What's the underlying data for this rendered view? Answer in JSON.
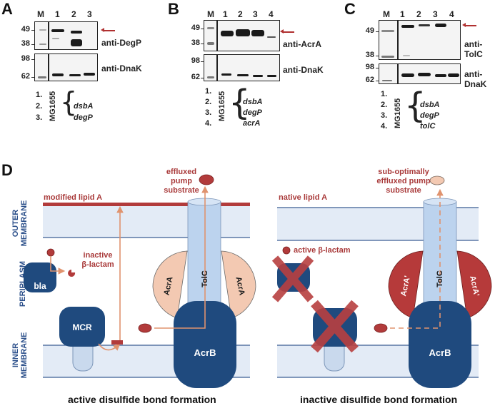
{
  "panels": {
    "A": {
      "letter": "A",
      "lanes": [
        "M",
        "1",
        "2",
        "3"
      ],
      "top_blot": {
        "markers": [
          "49",
          "38"
        ],
        "antibody": "anti-DegP"
      },
      "bottom_blot": {
        "markers": [
          "98",
          "62"
        ],
        "antibody": "anti-DnaK"
      },
      "legend": {
        "numbers": [
          "1.",
          "2.",
          "3."
        ],
        "strain": "MG1655",
        "genes": [
          "dsbA",
          "degP"
        ]
      }
    },
    "B": {
      "letter": "B",
      "lanes": [
        "M",
        "1",
        "2",
        "3",
        "4"
      ],
      "top_blot": {
        "markers": [
          "49",
          "38"
        ],
        "antibody": "anti-AcrA"
      },
      "bottom_blot": {
        "markers": [
          "98",
          "62"
        ],
        "antibody": "anti-DnaK"
      },
      "legend": {
        "numbers": [
          "1.",
          "2.",
          "3.",
          "4."
        ],
        "strain": "MG1655",
        "genes": [
          "dsbA",
          "degP",
          "acrA"
        ]
      }
    },
    "C": {
      "letter": "C",
      "lanes": [
        "M",
        "1",
        "2",
        "3",
        "4"
      ],
      "top_blot": {
        "markers": [
          "49",
          "38"
        ],
        "antibody": "anti-TolC"
      },
      "bottom_blot": {
        "markers": [
          "98",
          "62"
        ],
        "antibody": "anti-DnaK"
      },
      "legend": {
        "numbers": [
          "1.",
          "2.",
          "3.",
          "4."
        ],
        "strain": "MG1655",
        "genes": [
          "dsbA",
          "degP",
          "tolC"
        ]
      }
    },
    "D": {
      "letter": "D",
      "side_labels": {
        "outer": [
          "OUTER",
          "MEMBRANE"
        ],
        "periplasm": "PERIPLASM",
        "inner": [
          "INNER",
          "MEMBRANE"
        ]
      },
      "left": {
        "lipid_label": "modified lipid A",
        "effluxed_label": [
          "effluxed",
          "pump",
          "substrate"
        ],
        "inactive_label": [
          "inactive",
          "β-lactam"
        ],
        "bla": "bla",
        "mcr": "MCR",
        "tolc": "TolC",
        "acra": "AcrA",
        "acrb": "AcrB",
        "caption": "active disulfide bond formation"
      },
      "right": {
        "lipid_label": "native lipid A",
        "effluxed_label": [
          "sub-optimally",
          "effluxed pump",
          "substrate"
        ],
        "active_label": "active β-lactam",
        "tolc": "TolC",
        "acra": "AcrA'",
        "acrb": "AcrB",
        "caption": "inactive disulfide bond formation"
      },
      "colors": {
        "membrane_fill": "#e3ebf6",
        "membrane_line": "#3b5e93",
        "protein_dark": "#1f4a7e",
        "tolc_fill": "#bcd3ee",
        "acra_active": "#f3c9b2",
        "acra_inactive": "#b63a3a",
        "lipid_red": "#b23b3b",
        "arrow": "#e0936e",
        "text_red": "#a93a3a",
        "cross_red": "#b84040"
      }
    }
  }
}
